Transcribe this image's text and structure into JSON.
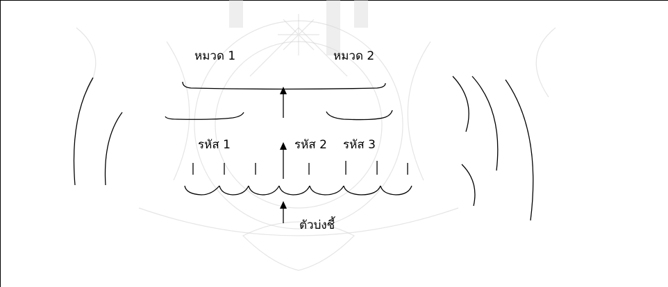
{
  "diagram": {
    "category_1": "หมวด 1",
    "category_2": "หมวด 2",
    "code_1": "รหัส 1",
    "code_2": "รหัส 2",
    "code_3": "รหัส 3",
    "indicator": "ตัวบ่งชี้"
  }
}
